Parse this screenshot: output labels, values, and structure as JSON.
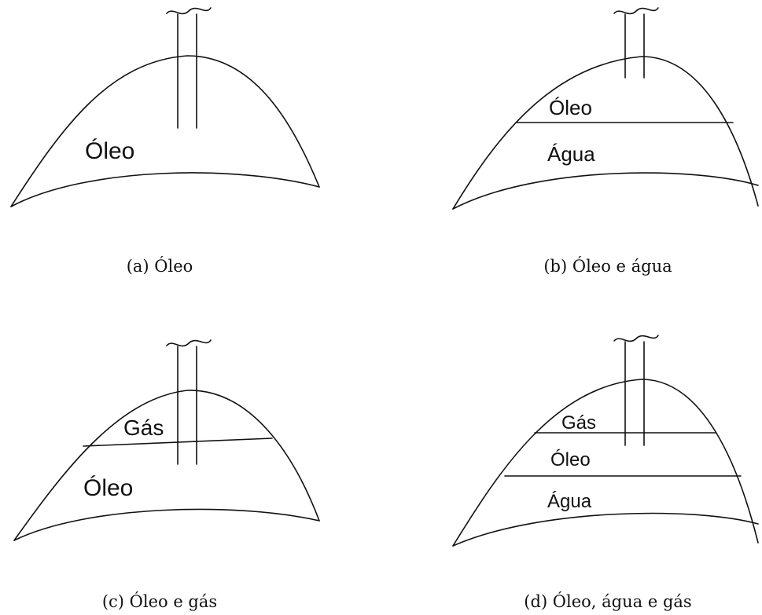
{
  "panels": [
    {
      "id": "a",
      "labels": [
        "Óleo"
      ],
      "caption": "(a) Óleo"
    },
    {
      "id": "b",
      "labels": [
        "Óleo",
        "Água"
      ],
      "caption": "(b) Óleo e água"
    },
    {
      "id": "c",
      "labels": [
        "Gás",
        "Óleo"
      ],
      "caption": "(c) Óleo e gás"
    },
    {
      "id": "d",
      "labels": [
        "Gás",
        "Óleo",
        "Água"
      ],
      "caption": "(d) Óleo, água e gás"
    }
  ]
}
